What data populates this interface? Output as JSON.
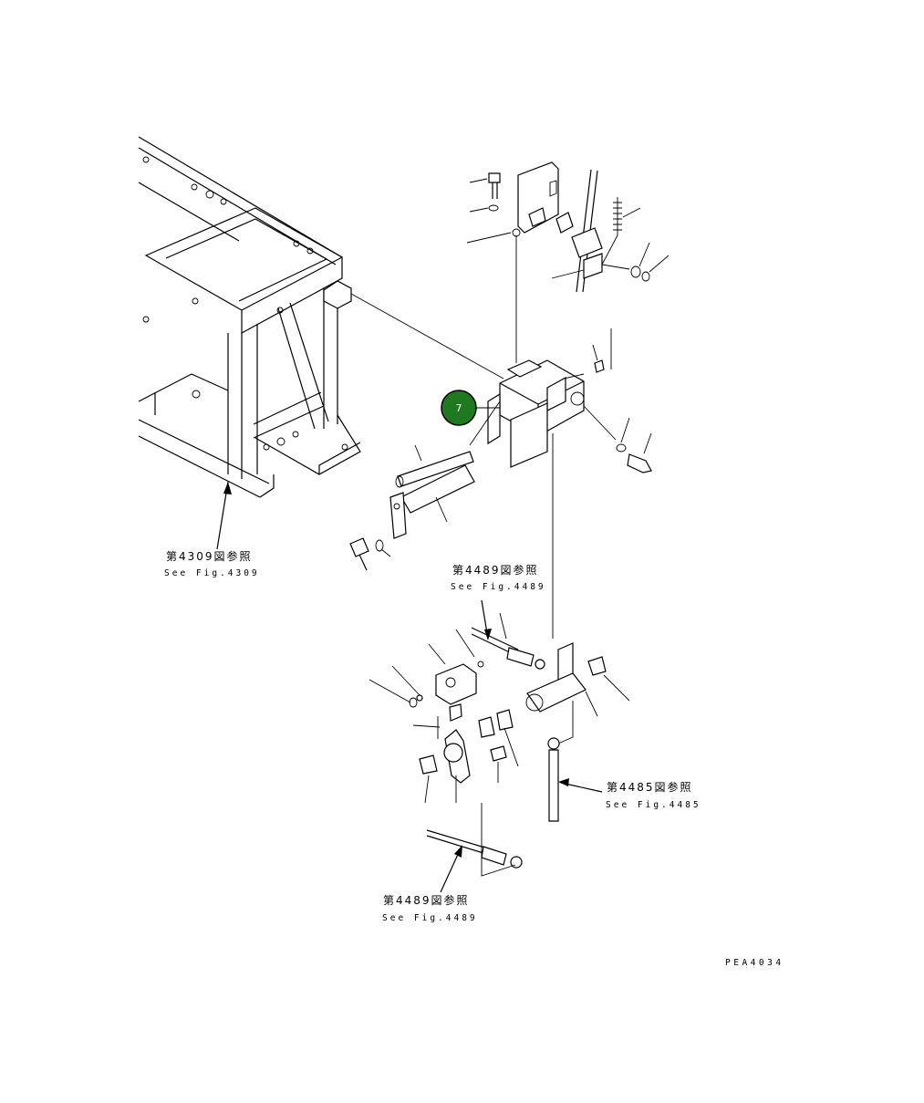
{
  "diagram": {
    "code": "PEA4034",
    "callout": {
      "label": "7",
      "color": "#1f7a1f"
    },
    "references": [
      {
        "jp": "第4309図参照",
        "en": "See Fig.4309"
      },
      {
        "jp": "第4489図参照",
        "en": "See Fig.4489"
      },
      {
        "jp": "第4485図参照",
        "en": "See Fig.4485"
      },
      {
        "jp": "第4489図参照",
        "en": "See Fig.4489"
      }
    ]
  }
}
